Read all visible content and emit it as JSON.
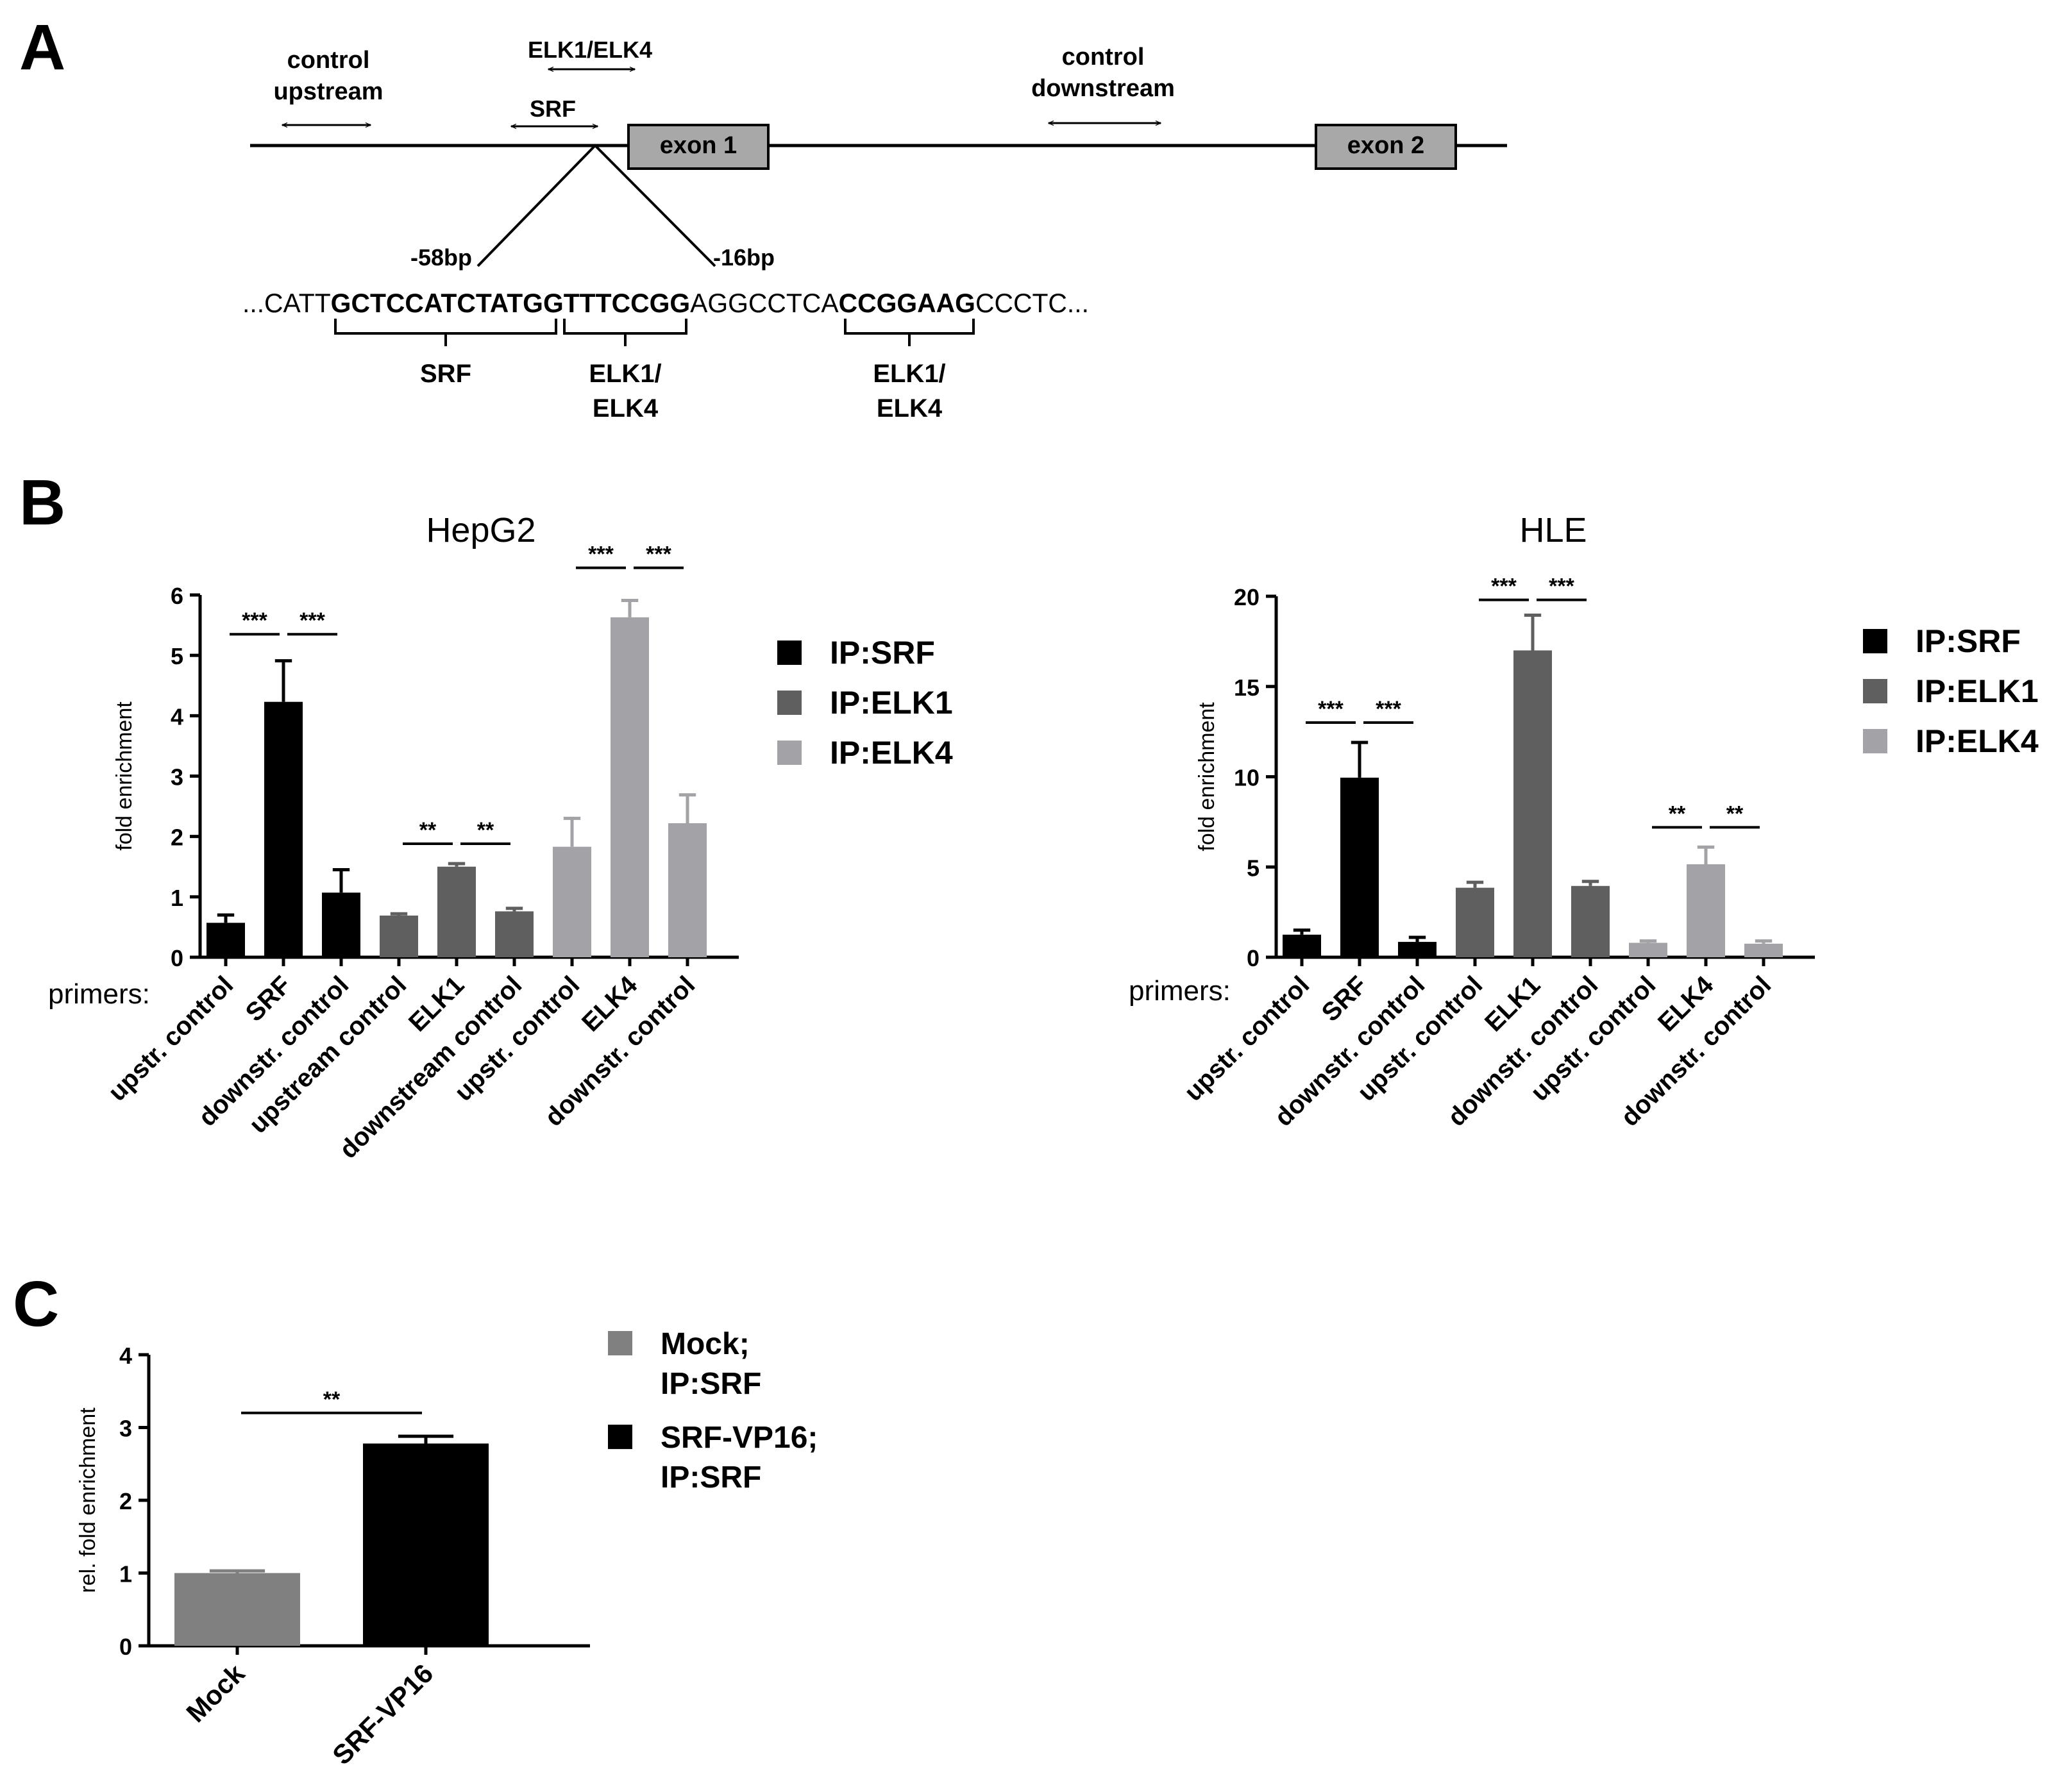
{
  "panel_a": {
    "letter": "A",
    "control_upstream": [
      "control",
      "upstream"
    ],
    "control_downstream": [
      "control",
      "downstream"
    ],
    "elk_label": "ELK1/ELK4",
    "srf_label": "SRF",
    "exon1": "exon 1",
    "exon2": "exon 2",
    "pos_left": "-58bp",
    "pos_right": "-16bp",
    "sequence": [
      {
        "text": "...CATT",
        "bold": false
      },
      {
        "text": "GCTCCATCTATGG",
        "bold": true
      },
      {
        "text": "TTTCCGG",
        "bold": true
      },
      {
        "text": "AGGCCTCA",
        "bold": false
      },
      {
        "text": "CCGGAAG",
        "bold": true
      },
      {
        "text": "CCCTC...",
        "bold": false
      }
    ],
    "brace_labels": [
      [
        "SRF"
      ],
      [
        "ELK1/",
        "ELK4"
      ],
      [
        "ELK1/",
        "ELK4"
      ]
    ]
  },
  "panel_b_letter": "B",
  "panel_c_letter": "C",
  "colors": {
    "srf": "#000000",
    "elk1": "#5f5f5f",
    "elk4": "#a3a3a7",
    "mock": "#808080"
  },
  "chart_data": [
    {
      "type": "bar",
      "title": "HepG2",
      "ylabel": "fold enrichment",
      "xprefix": "primers:",
      "ylim": [
        0,
        6
      ],
      "yticks": [
        0,
        1,
        2,
        3,
        4,
        5,
        6
      ],
      "categories": [
        "upstr. control",
        "SRF",
        "downstr. control",
        "upstream control",
        "ELK1",
        "downstream control",
        "upstr. control",
        "ELK4",
        "downstr. control"
      ],
      "values": [
        0.57,
        4.23,
        1.07,
        0.69,
        1.5,
        0.76,
        1.83,
        5.63,
        2.22
      ],
      "errors": [
        0.13,
        0.68,
        0.38,
        0.03,
        0.05,
        0.05,
        0.47,
        0.28,
        0.47
      ],
      "groups": [
        "srf",
        "srf",
        "srf",
        "elk1",
        "elk1",
        "elk1",
        "elk4",
        "elk4",
        "elk4"
      ],
      "legend": [
        {
          "name": "IP:SRF",
          "color": "srf"
        },
        {
          "name": "IP:ELK1",
          "color": "elk1"
        },
        {
          "name": "IP:ELK4",
          "color": "elk4"
        }
      ],
      "significance": [
        {
          "from": 0,
          "to": 1,
          "y": 5.35,
          "label": "***"
        },
        {
          "from": 1,
          "to": 2,
          "y": 5.35,
          "label": "***"
        },
        {
          "from": 3,
          "to": 4,
          "y": 1.88,
          "label": "**"
        },
        {
          "from": 4,
          "to": 5,
          "y": 1.88,
          "label": "**"
        },
        {
          "from": 6,
          "to": 7,
          "y": 6.45,
          "label": "***"
        },
        {
          "from": 7,
          "to": 8,
          "y": 6.45,
          "label": "***"
        }
      ]
    },
    {
      "type": "bar",
      "title": "HLE",
      "ylabel": "fold enrichment",
      "xprefix": "primers:",
      "ylim": [
        0,
        20
      ],
      "yticks": [
        0,
        5,
        10,
        15,
        20
      ],
      "categories": [
        "upstr. control",
        "SRF",
        "downstr. control",
        "upstr. control",
        "ELK1",
        "downstr. control",
        "upstr. control",
        "ELK4",
        "downstr. control"
      ],
      "values": [
        1.25,
        9.95,
        0.85,
        3.85,
        17.0,
        3.95,
        0.8,
        5.15,
        0.75
      ],
      "errors": [
        0.25,
        1.95,
        0.25,
        0.3,
        1.95,
        0.25,
        0.1,
        0.95,
        0.15
      ],
      "groups": [
        "srf",
        "srf",
        "srf",
        "elk1",
        "elk1",
        "elk1",
        "elk4",
        "elk4",
        "elk4"
      ],
      "legend": [
        {
          "name": "IP:SRF",
          "color": "srf"
        },
        {
          "name": "IP:ELK1",
          "color": "elk1"
        },
        {
          "name": "IP:ELK4",
          "color": "elk4"
        }
      ],
      "significance": [
        {
          "from": 0,
          "to": 1,
          "y": 13.0,
          "label": "***"
        },
        {
          "from": 1,
          "to": 2,
          "y": 13.0,
          "label": "***"
        },
        {
          "from": 3,
          "to": 4,
          "y": 19.8,
          "label": "***"
        },
        {
          "from": 4,
          "to": 5,
          "y": 19.8,
          "label": "***"
        },
        {
          "from": 6,
          "to": 7,
          "y": 7.2,
          "label": "**"
        },
        {
          "from": 7,
          "to": 8,
          "y": 7.2,
          "label": "**"
        }
      ]
    },
    {
      "type": "bar",
      "title": "",
      "ylabel": "rel. fold enrichment",
      "ylim": [
        0,
        4
      ],
      "yticks": [
        0,
        1,
        2,
        3,
        4
      ],
      "categories": [
        "Mock",
        "SRF-VP16"
      ],
      "values": [
        1.0,
        2.78
      ],
      "errors": [
        0.03,
        0.1
      ],
      "groups": [
        "mock",
        "srf"
      ],
      "legend": [
        {
          "name": [
            "Mock;",
            "IP:SRF"
          ],
          "color": "mock"
        },
        {
          "name": [
            "SRF-VP16;",
            "IP:SRF"
          ],
          "color": "srf"
        }
      ],
      "significance": [
        {
          "from": 0,
          "to": 1,
          "y": 3.2,
          "label": "**"
        }
      ]
    }
  ]
}
